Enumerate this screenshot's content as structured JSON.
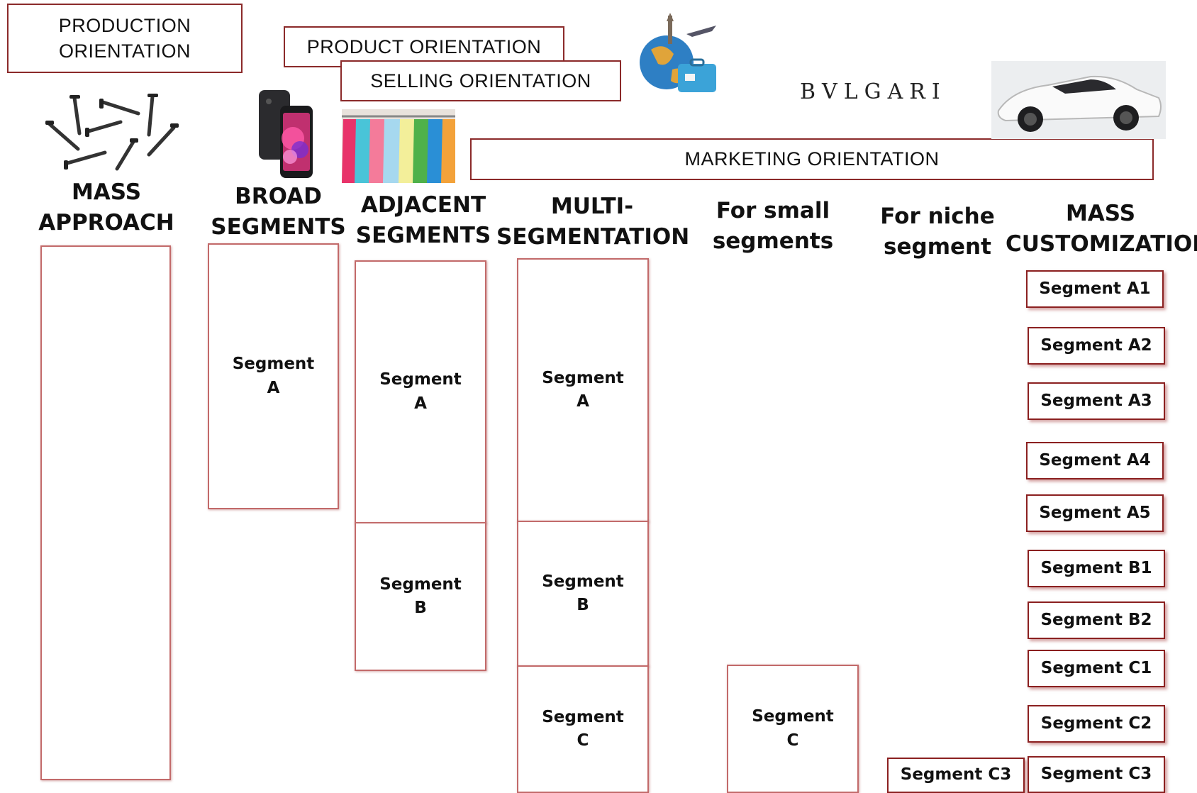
{
  "orientations": {
    "production": "PRODUCTION\nORIENTATION",
    "product": "PRODUCT ORIENTATION",
    "selling": "SELLING ORIENTATION",
    "marketing": "MARKETING ORIENTATION"
  },
  "brand_logo": "BVLGARI",
  "images": {
    "nails": "nails-icon",
    "smartphone": "smartphone-icon",
    "clothes": "clothes-rack-icon",
    "travel": "travel-globe-icon",
    "car": "sports-car-icon"
  },
  "columns": [
    {
      "heading": "MASS\nAPPROACH",
      "segments": [
        ""
      ]
    },
    {
      "heading": "BROAD\nSEGMENTS",
      "segments": [
        "Segment\nA"
      ]
    },
    {
      "heading": "ADJACENT\nSEGMENTS",
      "segments": [
        "Segment\nA",
        "Segment\nB"
      ]
    },
    {
      "heading": "MULTI-\nSEGMENTATION",
      "segments": [
        "Segment\nA",
        "Segment\nB",
        "Segment\nC"
      ]
    },
    {
      "heading": "For small\nsegments",
      "segments": [
        "Segment\nC"
      ]
    },
    {
      "heading": "For niche\nsegment",
      "segments": [
        "Segment C3"
      ]
    },
    {
      "heading": "MASS\nCUSTOMIZATION",
      "segments": [
        "Segment A1",
        "Segment A2",
        "Segment A3",
        "Segment A4",
        "Segment A5",
        "Segment B1",
        "Segment B2",
        "Segment C1",
        "Segment C2",
        "Segment C3"
      ]
    }
  ],
  "colors": {
    "border": "#8b2a2a",
    "segment_border": "#c26a6a"
  }
}
